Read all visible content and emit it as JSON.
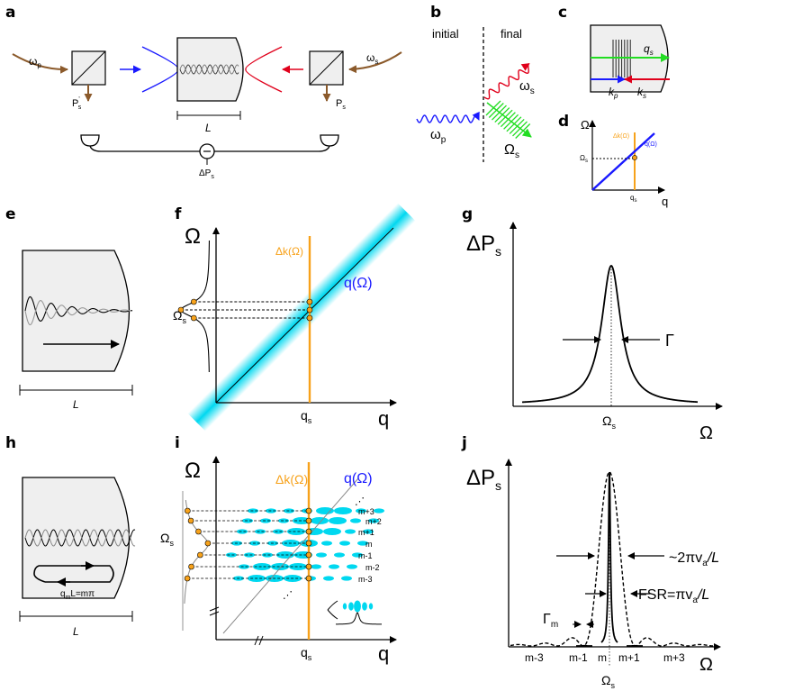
{
  "panels": {
    "a": {
      "letter": "a",
      "omega_p": "ω",
      "omega_p_sub": "p",
      "omega_s": "ω",
      "omega_s_sub": "s",
      "ps_prime": "P",
      "ps_prime_sup": "'",
      "ps_prime_sub": "s",
      "ps": "P",
      "ps_sub": "s",
      "length": "L",
      "delta_ps": "ΔP",
      "delta_ps_sub": "s"
    },
    "b": {
      "letter": "b",
      "initial": "initial",
      "final": "final",
      "omega_p": "ω",
      "omega_p_sub": "p",
      "omega_s": "ω",
      "omega_s_sub": "s",
      "Omega_s": "Ω",
      "Omega_s_sub": "s"
    },
    "c": {
      "letter": "c",
      "q": "q",
      "q_sub": "s",
      "kp": "k",
      "kp_sub": "p",
      "ks": "k",
      "ks_sub": "s"
    },
    "d": {
      "letter": "d",
      "y_axis": "Ω",
      "x_axis": "q",
      "dk": "Δk(Ω)",
      "qO": "q(Ω)",
      "Omega_s": "Ω",
      "Omega_s_sub": "s",
      "q_s": "q",
      "q_s_sub": "s"
    },
    "e": {
      "letter": "e",
      "length": "L"
    },
    "f": {
      "letter": "f",
      "y_axis": "Ω",
      "x_axis": "q",
      "dk": "Δk(Ω)",
      "qO": "q(Ω)",
      "Omega_s": "Ω",
      "Omega_s_sub": "s",
      "q_s": "q",
      "q_s_sub": "s"
    },
    "g": {
      "letter": "g",
      "y_axis": "ΔP",
      "y_axis_sub": "s",
      "x_axis": "Ω",
      "gamma": "Γ",
      "Omega_s": "Ω",
      "Omega_s_sub": "s"
    },
    "h": {
      "letter": "h",
      "qm": "q",
      "qm_sub": "m",
      "qm_rest": "L=mπ",
      "length": "L"
    },
    "i": {
      "letter": "i",
      "y_axis": "Ω",
      "x_axis": "q",
      "dk": "Δk(Ω)",
      "qO": "q(Ω)",
      "Omega_s": "Ω",
      "Omega_s_sub": "s",
      "q_s": "q",
      "q_s_sub": "s",
      "dots": "⋰",
      "modes": [
        "m+3",
        "m+2",
        "m+1",
        "m",
        "m-1",
        "m-2",
        "m-3"
      ]
    },
    "j": {
      "letter": "j",
      "y_axis": "ΔP",
      "y_axis_sub": "s",
      "x_axis": "Ω",
      "envelope_width": "~2πv",
      "envelope_width_sub": "a",
      "envelope_width_rest": "/L",
      "fsr": "FSR=πv",
      "fsr_sub": "a",
      "fsr_rest": "/L",
      "gamma_m": "Γ",
      "gamma_m_sub": "m",
      "tick_labels": [
        "m-3",
        "m-1",
        "m",
        "m+1",
        "m+3"
      ],
      "Omega_s": "Ω",
      "Omega_s_sub": "s"
    }
  },
  "colors": {
    "pump": "#1a1aff",
    "stokes": "#e0001b",
    "phonon": "#22dd22",
    "dispersion": "#f7a21b",
    "cyan": "#00d8f0",
    "brown": "#8b5a2b",
    "crystal": "#efefef"
  }
}
